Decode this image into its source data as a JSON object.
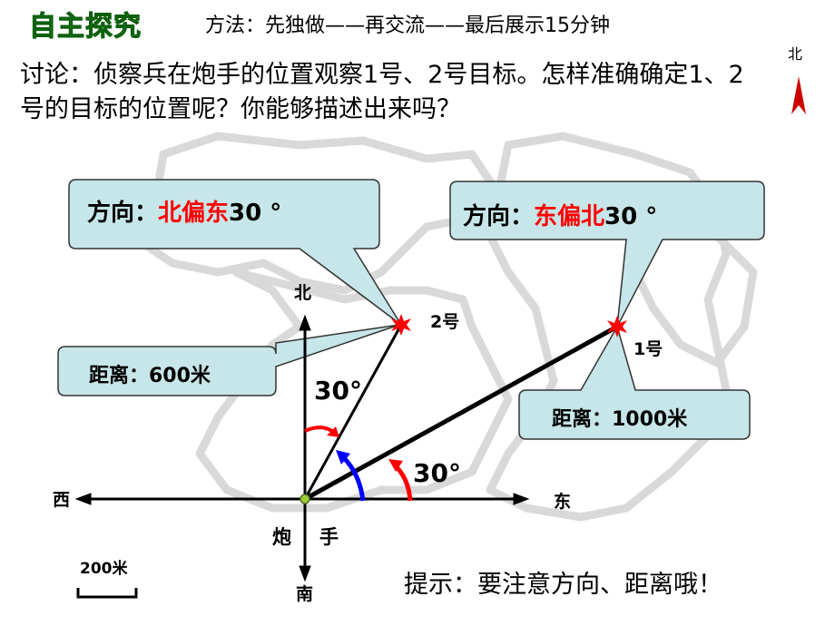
{
  "header": {
    "title": "自主探究",
    "method": "方法：先独做——再交流——最后展示15分钟"
  },
  "discussion": "讨论：侦察兵在炮手的位置观察1号、2号目标。怎样准确确定1、2号的目标的位置呢？你能够描述出来吗？",
  "compass_label": "北",
  "callouts": {
    "target2_direction": {
      "prefix": "方向：",
      "dir": "北偏东",
      "deg": "30 °"
    },
    "target1_direction": {
      "prefix": "方向：",
      "dir": "东偏北",
      "deg": "30 °"
    },
    "target2_distance": "距离：600米",
    "target1_distance": "距离：1000米"
  },
  "axes": {
    "north": "北",
    "south": "南",
    "west": "西",
    "east": "东"
  },
  "gunner": {
    "left": "炮",
    "right": "手"
  },
  "targets": {
    "t1": "1号",
    "t2": "2号"
  },
  "angles": {
    "a1": "30°",
    "a2": "30°"
  },
  "scale": "200米",
  "hint": "提示：要注意方向、距离哦！",
  "colors": {
    "title_green": "#33a033",
    "callout_fill": "#c6e6e9",
    "highlight_red": "#ff0000",
    "arrow_blue": "#0000ff"
  }
}
